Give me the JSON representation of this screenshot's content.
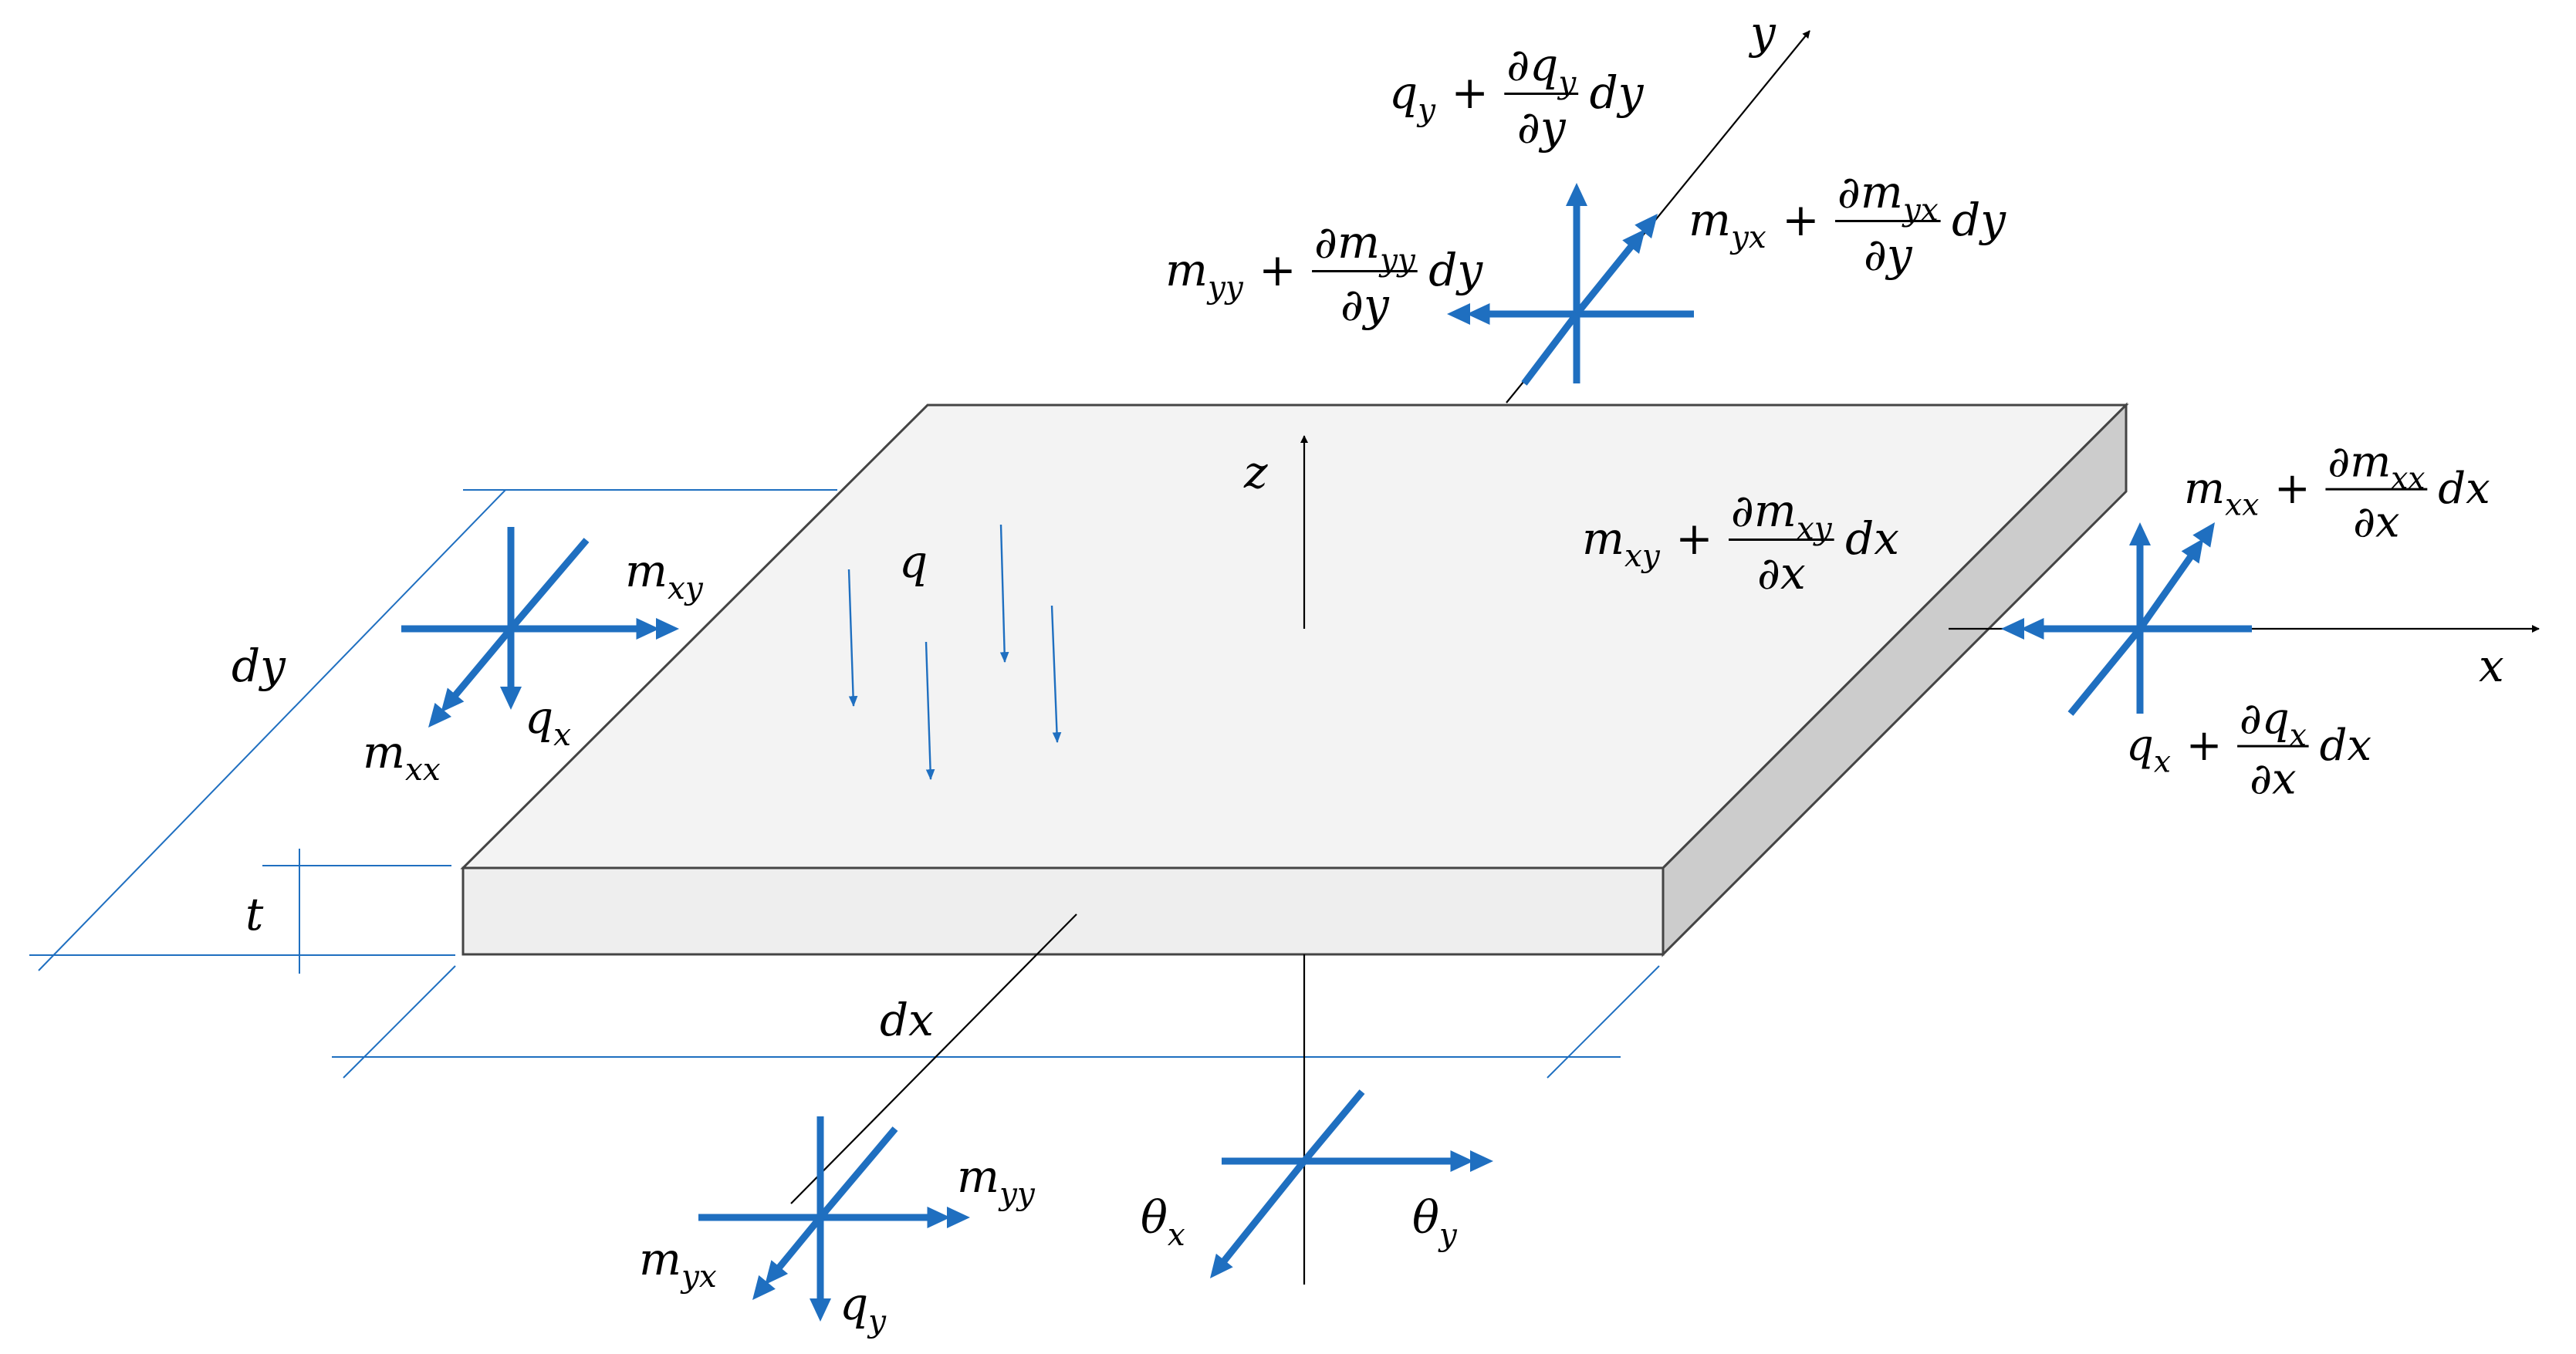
{
  "colors": {
    "force": "#1f6fc0",
    "dimension": "#1f6fc0",
    "axis": "#000000",
    "plate_top": "#f3f3f3",
    "plate_front": "#eeeeee",
    "plate_side": "#cccccc",
    "plate_edge": "#444444"
  },
  "axes": {
    "x": "x",
    "y": "y",
    "z": "z"
  },
  "dimensions": {
    "dx": "dx",
    "dy": "dy",
    "t": "t"
  },
  "load": {
    "q": "q"
  },
  "left_face": {
    "mxy": [
      "m",
      "xy"
    ],
    "mxx": [
      "m",
      "xx"
    ],
    "qx": [
      "q",
      "x"
    ]
  },
  "front_face": {
    "myy": [
      "m",
      "yy"
    ],
    "myx": [
      "m",
      "yx"
    ],
    "qy": [
      "q",
      "y"
    ]
  },
  "rotations": {
    "theta_x": [
      "θ",
      "x"
    ],
    "theta_y": [
      "θ",
      "y"
    ]
  },
  "back_face": {
    "qy_plus": {
      "main": [
        "q",
        "y"
      ],
      "op": "+",
      "num": [
        "∂q",
        "y"
      ],
      "den": "∂y",
      "tail": "dy"
    },
    "myy_plus": {
      "main": [
        "m",
        "yy"
      ],
      "op": "+",
      "num": [
        "∂m",
        "yy"
      ],
      "den": "∂y",
      "tail": "dy"
    },
    "myx_plus": {
      "main": [
        "m",
        "yx"
      ],
      "op": "+",
      "num": [
        "∂m",
        "yx"
      ],
      "den": "∂y",
      "tail": "dy"
    }
  },
  "right_face": {
    "mxy_plus": {
      "main": [
        "m",
        "xy"
      ],
      "op": "+",
      "num": [
        "∂m",
        "xy"
      ],
      "den": "∂x",
      "tail": "dx"
    },
    "mxx_plus": {
      "main": [
        "m",
        "xx"
      ],
      "op": "+",
      "num": [
        "∂m",
        "xx"
      ],
      "den": "∂x",
      "tail": "dx"
    },
    "qx_plus": {
      "main": [
        "q",
        "x"
      ],
      "op": "+",
      "num": [
        "∂q",
        "x"
      ],
      "den": "∂x",
      "tail": "dx"
    }
  }
}
